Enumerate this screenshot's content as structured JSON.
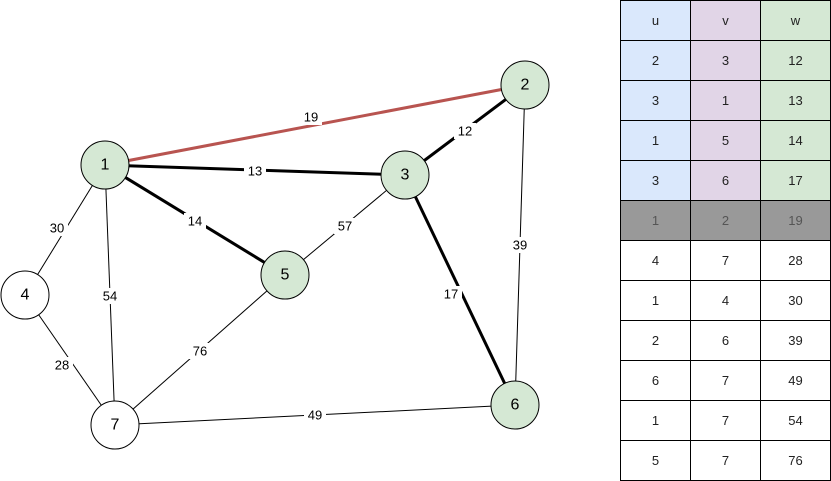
{
  "nodes": {
    "n1": "1",
    "n2": "2",
    "n3": "3",
    "n4": "4",
    "n5": "5",
    "n6": "6",
    "n7": "7"
  },
  "edges": {
    "e12": "19",
    "e23": "12",
    "e13": "13",
    "e15": "14",
    "e35": "57",
    "e26": "39",
    "e36": "17",
    "e14": "30",
    "e17": "54",
    "e47": "28",
    "e57": "76",
    "e67": "49"
  },
  "colors": {
    "tree_node": "#d5e8d4",
    "highlight_edge": "#b85450",
    "u_col": "#dae8fc",
    "v_col": "#e1d5e7",
    "w_col": "#d5e8d4",
    "current_row": "#999999"
  },
  "table": {
    "headers": [
      "u",
      "v",
      "w"
    ],
    "rows": [
      [
        "2",
        "3",
        "12"
      ],
      [
        "3",
        "1",
        "13"
      ],
      [
        "1",
        "5",
        "14"
      ],
      [
        "3",
        "6",
        "17"
      ],
      [
        "1",
        "2",
        "19"
      ],
      [
        "4",
        "7",
        "28"
      ],
      [
        "1",
        "4",
        "30"
      ],
      [
        "2",
        "6",
        "39"
      ],
      [
        "6",
        "7",
        "49"
      ],
      [
        "1",
        "7",
        "54"
      ],
      [
        "5",
        "7",
        "76"
      ]
    ]
  }
}
